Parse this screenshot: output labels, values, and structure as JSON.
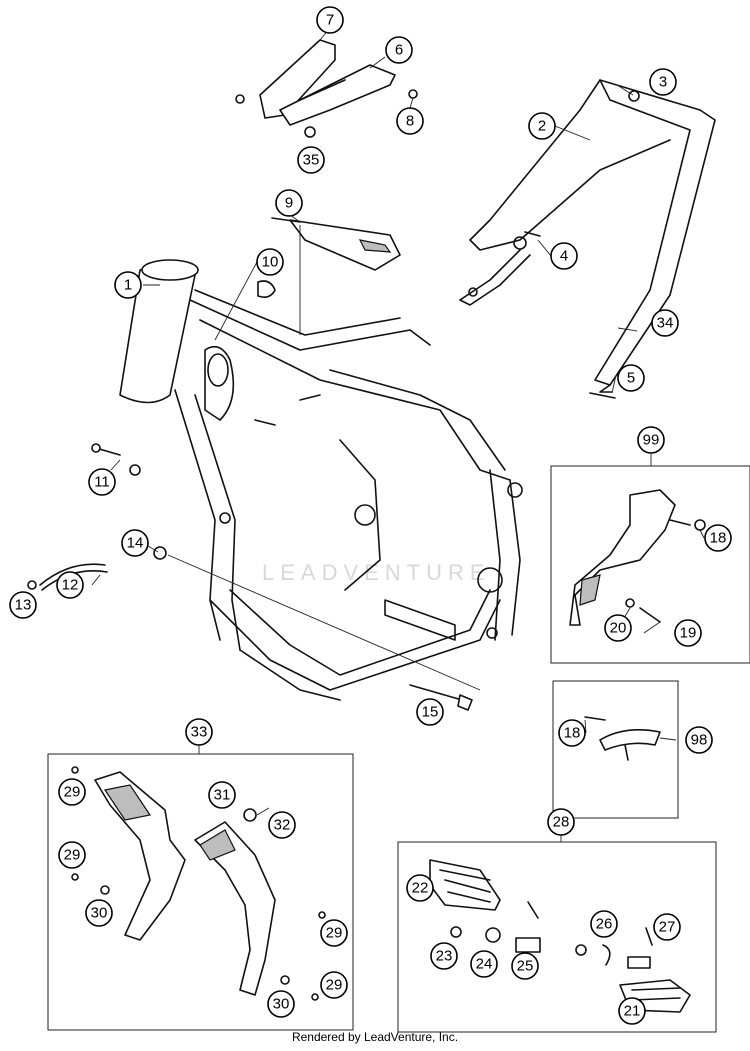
{
  "footer": {
    "credit": "Rendered by LeadVenture, Inc."
  },
  "watermark": "LEADVENTURE",
  "callouts": {
    "c1": "1",
    "c2": "2",
    "c3": "3",
    "c4": "4",
    "c5": "5",
    "c6": "6",
    "c7": "7",
    "c8": "8",
    "c9": "9",
    "c10": "10",
    "c11": "11",
    "c12": "12",
    "c13": "13",
    "c14": "14",
    "c15": "15",
    "c18a": "18",
    "c18b": "18",
    "c19": "19",
    "c20": "20",
    "c21": "21",
    "c22": "22",
    "c23": "23",
    "c24": "24",
    "c25": "25",
    "c26": "26",
    "c27": "27",
    "c28": "28",
    "c29a": "29",
    "c29b": "29",
    "c29c": "29",
    "c29d": "29",
    "c30a": "30",
    "c30b": "30",
    "c31": "31",
    "c32": "32",
    "c33": "33",
    "c34": "34",
    "c35": "35",
    "c98": "98",
    "c99": "99"
  }
}
